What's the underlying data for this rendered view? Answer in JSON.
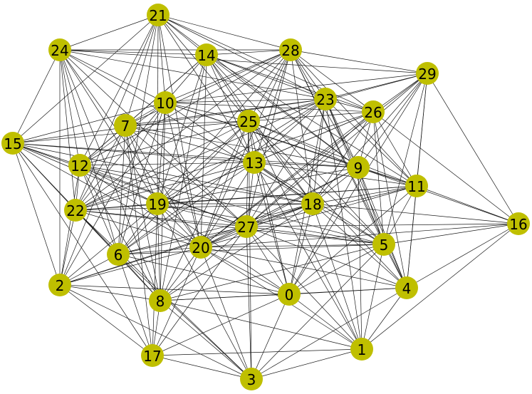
{
  "diagram": {
    "type": "network-graph",
    "node_color": "#bfbf00",
    "label_color": "#000000",
    "edge_color": "#1a1a1a",
    "nodes": [
      {
        "id": "0",
        "label": "0"
      },
      {
        "id": "1",
        "label": "1"
      },
      {
        "id": "2",
        "label": "2"
      },
      {
        "id": "3",
        "label": "3"
      },
      {
        "id": "4",
        "label": "4"
      },
      {
        "id": "5",
        "label": "5"
      },
      {
        "id": "6",
        "label": "6"
      },
      {
        "id": "7",
        "label": "7"
      },
      {
        "id": "8",
        "label": "8"
      },
      {
        "id": "9",
        "label": "9"
      },
      {
        "id": "10",
        "label": "10"
      },
      {
        "id": "11",
        "label": "11"
      },
      {
        "id": "12",
        "label": "12"
      },
      {
        "id": "13",
        "label": "13"
      },
      {
        "id": "14",
        "label": "14"
      },
      {
        "id": "15",
        "label": "15"
      },
      {
        "id": "16",
        "label": "16"
      },
      {
        "id": "17",
        "label": "17"
      },
      {
        "id": "18",
        "label": "18"
      },
      {
        "id": "19",
        "label": "19"
      },
      {
        "id": "20",
        "label": "20"
      },
      {
        "id": "21",
        "label": "21"
      },
      {
        "id": "22",
        "label": "22"
      },
      {
        "id": "23",
        "label": "23"
      },
      {
        "id": "24",
        "label": "24"
      },
      {
        "id": "25",
        "label": "25"
      },
      {
        "id": "26",
        "label": "26"
      },
      {
        "id": "27",
        "label": "27"
      },
      {
        "id": "28",
        "label": "28"
      },
      {
        "id": "29",
        "label": "29"
      }
    ],
    "edges": [
      [
        "21",
        "24"
      ],
      [
        "21",
        "14"
      ],
      [
        "21",
        "28"
      ],
      [
        "21",
        "10"
      ],
      [
        "21",
        "7"
      ],
      [
        "21",
        "15"
      ],
      [
        "21",
        "12"
      ],
      [
        "21",
        "22"
      ],
      [
        "21",
        "23"
      ],
      [
        "21",
        "25"
      ],
      [
        "21",
        "26"
      ],
      [
        "21",
        "19"
      ],
      [
        "21",
        "20"
      ],
      [
        "21",
        "13"
      ],
      [
        "21",
        "9"
      ],
      [
        "21",
        "6"
      ],
      [
        "24",
        "14"
      ],
      [
        "24",
        "28"
      ],
      [
        "24",
        "29"
      ],
      [
        "24",
        "15"
      ],
      [
        "24",
        "12"
      ],
      [
        "24",
        "22"
      ],
      [
        "24",
        "2"
      ],
      [
        "24",
        "10"
      ],
      [
        "24",
        "23"
      ],
      [
        "24",
        "19"
      ],
      [
        "24",
        "20"
      ],
      [
        "24",
        "18"
      ],
      [
        "24",
        "27"
      ],
      [
        "24",
        "6"
      ],
      [
        "24",
        "8"
      ],
      [
        "14",
        "28"
      ],
      [
        "14",
        "10"
      ],
      [
        "14",
        "7"
      ],
      [
        "14",
        "23"
      ],
      [
        "14",
        "25"
      ],
      [
        "14",
        "26"
      ],
      [
        "14",
        "9"
      ],
      [
        "14",
        "11"
      ],
      [
        "14",
        "13"
      ],
      [
        "14",
        "18"
      ],
      [
        "14",
        "12"
      ],
      [
        "14",
        "20"
      ],
      [
        "14",
        "19"
      ],
      [
        "14",
        "8"
      ],
      [
        "14",
        "5"
      ],
      [
        "28",
        "29"
      ],
      [
        "28",
        "23"
      ],
      [
        "28",
        "25"
      ],
      [
        "28",
        "26"
      ],
      [
        "28",
        "10"
      ],
      [
        "28",
        "7"
      ],
      [
        "28",
        "9"
      ],
      [
        "28",
        "11"
      ],
      [
        "28",
        "18"
      ],
      [
        "28",
        "13"
      ],
      [
        "28",
        "27"
      ],
      [
        "28",
        "19"
      ],
      [
        "28",
        "22"
      ],
      [
        "28",
        "20"
      ],
      [
        "28",
        "5"
      ],
      [
        "28",
        "4"
      ],
      [
        "28",
        "12"
      ],
      [
        "29",
        "23"
      ],
      [
        "29",
        "26"
      ],
      [
        "29",
        "9"
      ],
      [
        "29",
        "11"
      ],
      [
        "29",
        "16"
      ],
      [
        "29",
        "5"
      ],
      [
        "29",
        "4"
      ],
      [
        "29",
        "25"
      ],
      [
        "29",
        "10"
      ],
      [
        "29",
        "18"
      ],
      [
        "29",
        "27"
      ],
      [
        "29",
        "20"
      ],
      [
        "29",
        "0"
      ],
      [
        "10",
        "7"
      ],
      [
        "10",
        "23"
      ],
      [
        "10",
        "25"
      ],
      [
        "10",
        "26"
      ],
      [
        "10",
        "9"
      ],
      [
        "10",
        "11"
      ],
      [
        "10",
        "12"
      ],
      [
        "10",
        "22"
      ],
      [
        "10",
        "19"
      ],
      [
        "10",
        "20"
      ],
      [
        "10",
        "18"
      ],
      [
        "10",
        "6"
      ],
      [
        "10",
        "2"
      ],
      [
        "10",
        "8"
      ],
      [
        "10",
        "15"
      ],
      [
        "7",
        "25"
      ],
      [
        "7",
        "23"
      ],
      [
        "7",
        "13"
      ],
      [
        "7",
        "12"
      ],
      [
        "7",
        "22"
      ],
      [
        "7",
        "19"
      ],
      [
        "7",
        "20"
      ],
      [
        "7",
        "27"
      ],
      [
        "7",
        "6"
      ],
      [
        "7",
        "2"
      ],
      [
        "7",
        "17"
      ],
      [
        "7",
        "8"
      ],
      [
        "7",
        "9"
      ],
      [
        "23",
        "25"
      ],
      [
        "23",
        "26"
      ],
      [
        "23",
        "9"
      ],
      [
        "23",
        "11"
      ],
      [
        "23",
        "18"
      ],
      [
        "23",
        "27"
      ],
      [
        "23",
        "5"
      ],
      [
        "23",
        "4"
      ],
      [
        "23",
        "1"
      ],
      [
        "23",
        "0"
      ],
      [
        "23",
        "13"
      ],
      [
        "23",
        "19"
      ],
      [
        "23",
        "22"
      ],
      [
        "23",
        "15"
      ],
      [
        "23",
        "6"
      ],
      [
        "26",
        "25"
      ],
      [
        "26",
        "9"
      ],
      [
        "26",
        "11"
      ],
      [
        "26",
        "18"
      ],
      [
        "26",
        "27"
      ],
      [
        "26",
        "5"
      ],
      [
        "26",
        "4"
      ],
      [
        "26",
        "19"
      ],
      [
        "26",
        "13"
      ],
      [
        "26",
        "20"
      ],
      [
        "26",
        "22"
      ],
      [
        "26",
        "16"
      ],
      [
        "25",
        "13"
      ],
      [
        "25",
        "9"
      ],
      [
        "25",
        "11"
      ],
      [
        "25",
        "18"
      ],
      [
        "25",
        "27"
      ],
      [
        "25",
        "20"
      ],
      [
        "25",
        "19"
      ],
      [
        "25",
        "22"
      ],
      [
        "25",
        "15"
      ],
      [
        "25",
        "5"
      ],
      [
        "25",
        "1"
      ],
      [
        "25",
        "0"
      ],
      [
        "25",
        "6"
      ],
      [
        "25",
        "3"
      ],
      [
        "25",
        "12"
      ],
      [
        "25",
        "4"
      ],
      [
        "25",
        "8"
      ],
      [
        "15",
        "12"
      ],
      [
        "15",
        "22"
      ],
      [
        "15",
        "2"
      ],
      [
        "15",
        "19"
      ],
      [
        "15",
        "20"
      ],
      [
        "15",
        "27"
      ],
      [
        "15",
        "18"
      ],
      [
        "15",
        "9"
      ],
      [
        "15",
        "17"
      ],
      [
        "15",
        "13"
      ],
      [
        "15",
        "6"
      ],
      [
        "12",
        "22"
      ],
      [
        "12",
        "19"
      ],
      [
        "12",
        "20"
      ],
      [
        "12",
        "6"
      ],
      [
        "12",
        "2"
      ],
      [
        "12",
        "8"
      ],
      [
        "12",
        "27"
      ],
      [
        "12",
        "18"
      ],
      [
        "12",
        "5"
      ],
      [
        "12",
        "13"
      ],
      [
        "13",
        "9"
      ],
      [
        "13",
        "18"
      ],
      [
        "13",
        "27"
      ],
      [
        "13",
        "20"
      ],
      [
        "13",
        "19"
      ],
      [
        "13",
        "11"
      ],
      [
        "13",
        "0"
      ],
      [
        "13",
        "1"
      ],
      [
        "13",
        "5"
      ],
      [
        "13",
        "6"
      ],
      [
        "13",
        "22"
      ],
      [
        "9",
        "11"
      ],
      [
        "9",
        "18"
      ],
      [
        "9",
        "27"
      ],
      [
        "9",
        "5"
      ],
      [
        "9",
        "4"
      ],
      [
        "9",
        "1"
      ],
      [
        "9",
        "19"
      ],
      [
        "9",
        "20"
      ],
      [
        "9",
        "0"
      ],
      [
        "9",
        "16"
      ],
      [
        "11",
        "16"
      ],
      [
        "11",
        "18"
      ],
      [
        "11",
        "27"
      ],
      [
        "11",
        "5"
      ],
      [
        "11",
        "4"
      ],
      [
        "11",
        "19"
      ],
      [
        "11",
        "20"
      ],
      [
        "11",
        "0"
      ],
      [
        "11",
        "22"
      ],
      [
        "22",
        "19"
      ],
      [
        "22",
        "20"
      ],
      [
        "22",
        "6"
      ],
      [
        "22",
        "2"
      ],
      [
        "22",
        "8"
      ],
      [
        "22",
        "27"
      ],
      [
        "22",
        "18"
      ],
      [
        "22",
        "5"
      ],
      [
        "22",
        "3"
      ],
      [
        "19",
        "20"
      ],
      [
        "19",
        "27"
      ],
      [
        "19",
        "18"
      ],
      [
        "19",
        "6"
      ],
      [
        "19",
        "2"
      ],
      [
        "19",
        "8"
      ],
      [
        "19",
        "17"
      ],
      [
        "19",
        "5"
      ],
      [
        "19",
        "0"
      ],
      [
        "19",
        "3"
      ],
      [
        "18",
        "27"
      ],
      [
        "18",
        "20"
      ],
      [
        "18",
        "5"
      ],
      [
        "18",
        "4"
      ],
      [
        "18",
        "1"
      ],
      [
        "18",
        "0"
      ],
      [
        "18",
        "16"
      ],
      [
        "18",
        "6"
      ],
      [
        "18",
        "8"
      ],
      [
        "18",
        "2"
      ],
      [
        "27",
        "20"
      ],
      [
        "27",
        "5"
      ],
      [
        "27",
        "4"
      ],
      [
        "27",
        "0"
      ],
      [
        "27",
        "1"
      ],
      [
        "27",
        "3"
      ],
      [
        "27",
        "6"
      ],
      [
        "27",
        "8"
      ],
      [
        "27",
        "2"
      ],
      [
        "27",
        "16"
      ],
      [
        "27",
        "17"
      ],
      [
        "20",
        "6"
      ],
      [
        "20",
        "8"
      ],
      [
        "20",
        "5"
      ],
      [
        "20",
        "4"
      ],
      [
        "20",
        "0"
      ],
      [
        "20",
        "1"
      ],
      [
        "20",
        "3"
      ],
      [
        "20",
        "17"
      ],
      [
        "20",
        "2"
      ],
      [
        "20",
        "16"
      ],
      [
        "5",
        "16"
      ],
      [
        "5",
        "4"
      ],
      [
        "5",
        "0"
      ],
      [
        "5",
        "1"
      ],
      [
        "5",
        "3"
      ],
      [
        "5",
        "6"
      ],
      [
        "5",
        "8"
      ],
      [
        "6",
        "2"
      ],
      [
        "6",
        "8"
      ],
      [
        "6",
        "0"
      ],
      [
        "6",
        "17"
      ],
      [
        "6",
        "3"
      ],
      [
        "2",
        "8"
      ],
      [
        "2",
        "0"
      ],
      [
        "2",
        "17"
      ],
      [
        "2",
        "3"
      ],
      [
        "8",
        "17"
      ],
      [
        "8",
        "3"
      ],
      [
        "8",
        "0"
      ],
      [
        "8",
        "1"
      ],
      [
        "8",
        "4"
      ],
      [
        "0",
        "4"
      ],
      [
        "0",
        "1"
      ],
      [
        "0",
        "3"
      ],
      [
        "0",
        "17"
      ],
      [
        "4",
        "16"
      ],
      [
        "4",
        "1"
      ],
      [
        "4",
        "3"
      ],
      [
        "16",
        "1"
      ],
      [
        "17",
        "1"
      ],
      [
        "17",
        "3"
      ],
      [
        "3",
        "1"
      ]
    ]
  }
}
